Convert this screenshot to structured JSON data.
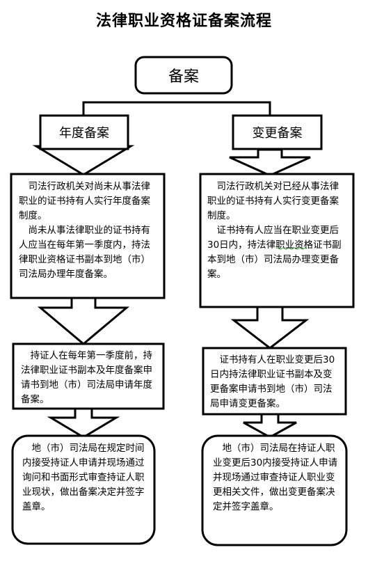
{
  "title": "法律职业资格证备案流程",
  "root": {
    "label": "备案"
  },
  "annual": {
    "label": "年度备案",
    "rule": [
      "司法行政机关对尚未从事法律职业的证书持有人实行年度备案制度。",
      "尚未从事法律职业的证书持有人应当在每年第一季度内，持法律职业资格证书副本到地（市）司法局办理年度备案。"
    ],
    "apply": "持证人在每年第一季度前，持法律职业证书副本及年度备案申请书到地（市）司法局申请年度备案。",
    "decision": "地（市）司法局在规定时间内接受持证人申请并现场通过询问和书面形式审查持证人职业现状，做出备案决定并签字盖章。"
  },
  "change": {
    "label": "变更备案",
    "rule": [
      "司法行政机关对已经从事法律职业的证书持有人实行变更备案制度。",
      "证书持有人应当在职业变更后30日内，持法律职业资格证书副本到地（市）司法局办理变更备案。"
    ],
    "apply": "证书持有人在职业变更后30日内持法律职业证书副本及变更备案申请书到地（市）司法局申请变更备案。",
    "decision": "地（市）司法局在持证人职业变更后30内接受持证人申请并现场通过审查持证人职业变更相关文件，做出变更备案决定并签字盖章。"
  }
}
